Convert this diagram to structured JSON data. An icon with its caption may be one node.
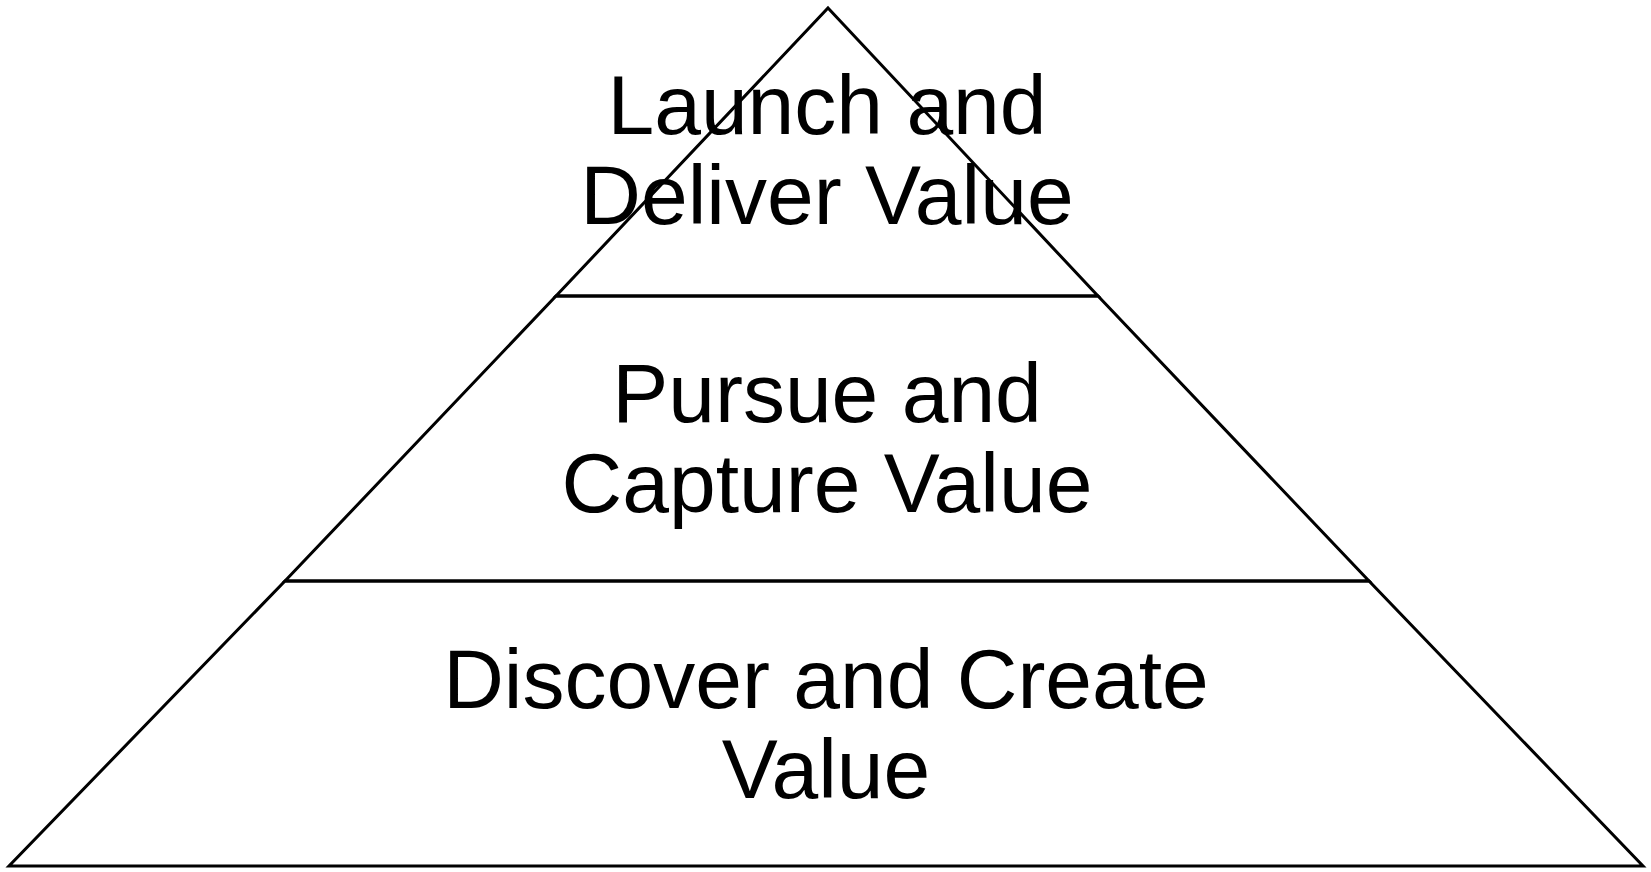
{
  "diagram": {
    "nodes": [
      {
        "text": [
          "Launch and Deliver Value"
        ]
      },
      {
        "text": [
          "Pursue and Capture Value"
        ]
      },
      {
        "text": [
          "Discover and Create Value"
        ]
      }
    ]
  }
}
